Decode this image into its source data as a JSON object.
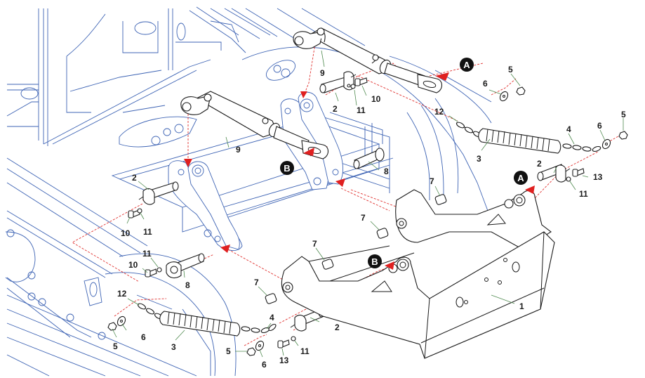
{
  "diagram": {
    "title": "Exploded parts view – lift arm cylinders, pins, springs and bracket",
    "colors": {
      "frame_lines": "#3d63b4",
      "part_lines": "#1a1a1a",
      "assembly_lines": "#e0302e",
      "leader_lines": "#4f8a4f",
      "badge_fill": "#111111",
      "badge_text": "#ffffff"
    },
    "badges": [
      {
        "id": "a-top",
        "label": "A"
      },
      {
        "id": "a-right",
        "label": "A"
      },
      {
        "id": "b-left",
        "label": "B"
      },
      {
        "id": "b-bottom",
        "label": "B"
      }
    ],
    "callouts": [
      {
        "id": "c9-top",
        "label": "9"
      },
      {
        "id": "c2-top",
        "label": "2"
      },
      {
        "id": "c11-top",
        "label": "11"
      },
      {
        "id": "c10-top",
        "label": "10"
      },
      {
        "id": "c5-top",
        "label": "5"
      },
      {
        "id": "c6-top",
        "label": "6"
      },
      {
        "id": "c12-top",
        "label": "12"
      },
      {
        "id": "c5-right",
        "label": "5"
      },
      {
        "id": "c6-right",
        "label": "6"
      },
      {
        "id": "c4-right",
        "label": "4"
      },
      {
        "id": "c3-right",
        "label": "3"
      },
      {
        "id": "c2-right",
        "label": "2"
      },
      {
        "id": "c13-right",
        "label": "13"
      },
      {
        "id": "c11-right",
        "label": "11"
      },
      {
        "id": "c7-a",
        "label": "7"
      },
      {
        "id": "c7-b",
        "label": "7"
      },
      {
        "id": "c7-c",
        "label": "7"
      },
      {
        "id": "c7-d",
        "label": "7"
      },
      {
        "id": "c8-top",
        "label": "8"
      },
      {
        "id": "c9-mid",
        "label": "9"
      },
      {
        "id": "c2-left",
        "label": "2"
      },
      {
        "id": "c10-left",
        "label": "10"
      },
      {
        "id": "c11-left",
        "label": "11"
      },
      {
        "id": "c11-mid",
        "label": "11"
      },
      {
        "id": "c10-mid",
        "label": "10"
      },
      {
        "id": "c8-mid",
        "label": "8"
      },
      {
        "id": "c12-left",
        "label": "12"
      },
      {
        "id": "c6-left",
        "label": "6"
      },
      {
        "id": "c5-left",
        "label": "5"
      },
      {
        "id": "c3-bottom",
        "label": "3"
      },
      {
        "id": "c4-bottom",
        "label": "4"
      },
      {
        "id": "c2-bottom",
        "label": "2"
      },
      {
        "id": "c5-bottom",
        "label": "5"
      },
      {
        "id": "c6-bottom",
        "label": "6"
      },
      {
        "id": "c13-bottom",
        "label": "13"
      },
      {
        "id": "c11-bottom",
        "label": "11"
      },
      {
        "id": "c1",
        "label": "1"
      }
    ]
  }
}
